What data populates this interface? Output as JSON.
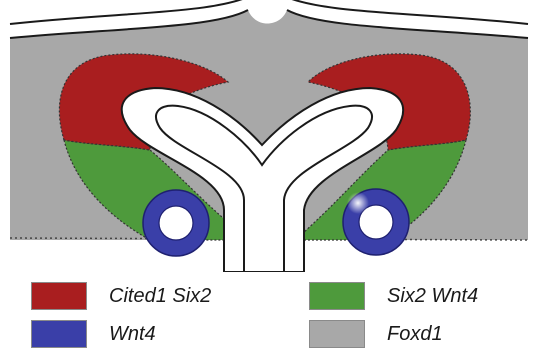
{
  "colors": {
    "cited1_six2": "#a91e1f",
    "six2_wnt4": "#4e9a3c",
    "wnt4": "#3a3fa8",
    "foxd1": "#a8a8a8",
    "outline": "#1a1a1a",
    "background": "#ffffff"
  },
  "legend": [
    {
      "label": "Cited1 Six2",
      "color": "#a91e1f"
    },
    {
      "label": "Six2 Wnt4",
      "color": "#4e9a3c"
    },
    {
      "label": "Wnt4",
      "color": "#3a3fa8"
    },
    {
      "label": "Foxd1",
      "color": "#a8a8a8"
    }
  ]
}
